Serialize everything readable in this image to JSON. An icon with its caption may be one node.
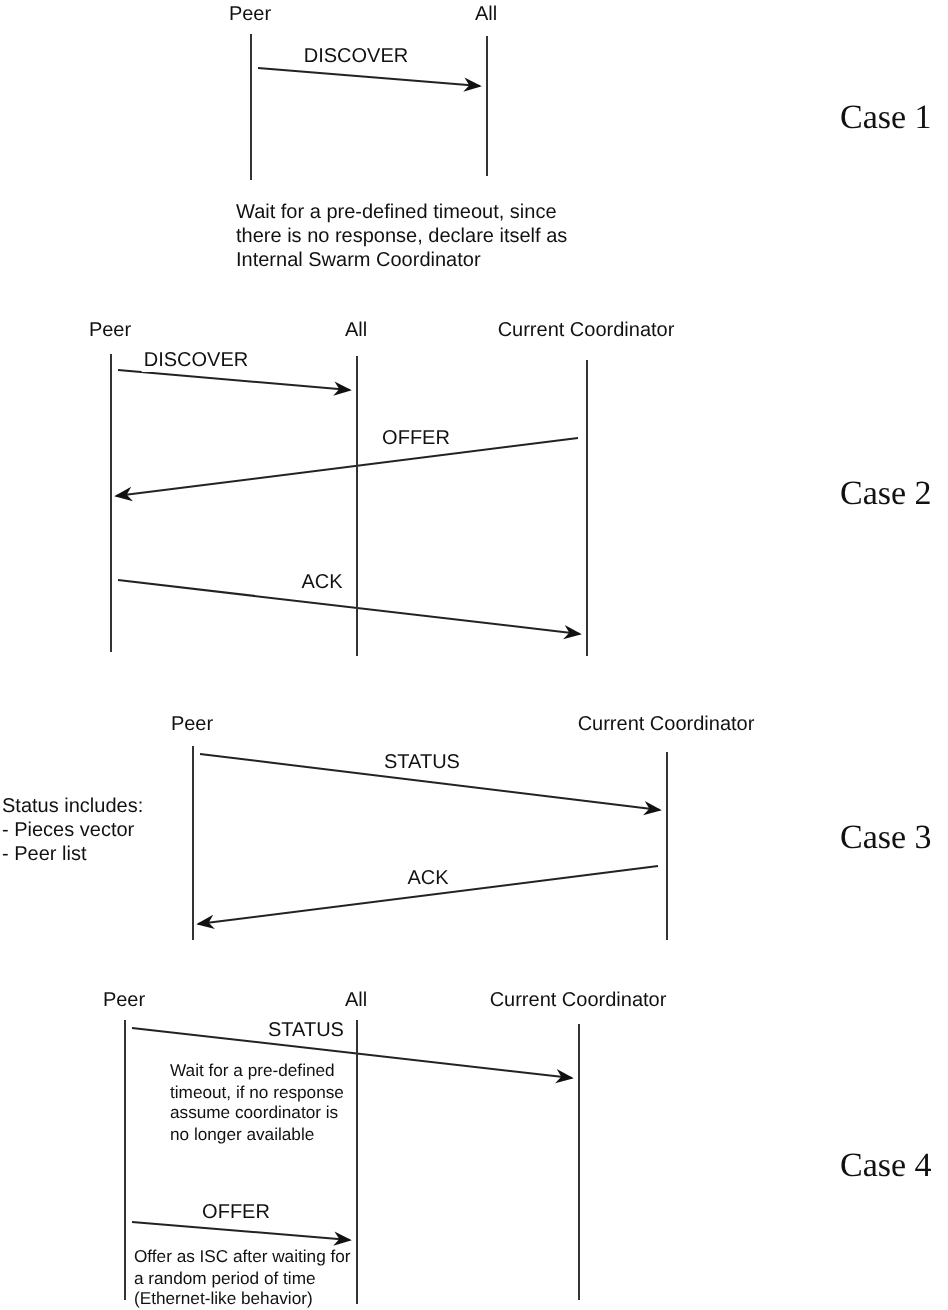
{
  "diagram": {
    "nodes": [
      {
        "text": [
          "Peer"
        ]
      },
      {
        "text": [
          "All"
        ]
      },
      {
        "text": [
          "Peer"
        ]
      },
      {
        "text": [
          "All"
        ]
      },
      {
        "text": [
          "Current Coordinator"
        ]
      },
      {
        "text": [
          "Peer"
        ]
      },
      {
        "text": [
          "Current Coordinator"
        ]
      },
      {
        "text": [
          "Peer"
        ]
      },
      {
        "text": [
          "All"
        ]
      },
      {
        "text": [
          "Current Coordinator"
        ]
      }
    ],
    "edges": [
      {
        "from": 0,
        "to": 1,
        "arrow": "to",
        "label": "DISCOVER"
      },
      {
        "from": 2,
        "to": 3,
        "arrow": "to",
        "label": "DISCOVER"
      },
      {
        "from": 4,
        "to": 2,
        "arrow": "to",
        "label": "OFFER"
      },
      {
        "from": 2,
        "to": 4,
        "arrow": "to",
        "label": "ACK"
      },
      {
        "from": 5,
        "to": 6,
        "arrow": "to",
        "label": "STATUS"
      },
      {
        "from": 6,
        "to": 5,
        "arrow": "to",
        "label": "ACK"
      },
      {
        "from": 7,
        "to": 9,
        "arrow": "to",
        "label": "STATUS"
      },
      {
        "from": 7,
        "to": 8,
        "arrow": "to",
        "label": "OFFER"
      }
    ],
    "labels": [
      "Wait for a pre-defined timeout, since there is no response, declare itself as Internal Swarm Coordinator",
      "Case 1",
      "Case 2",
      "Status includes:",
      "- Pieces vector",
      "- Peer list",
      "Case 3",
      "Wait for a pre-defined timeout, if no response assume coordinator is no longer available",
      "Case 4",
      "Offer as ISC after waiting for a random period of time (Ethernet-like behavior)"
    ]
  }
}
